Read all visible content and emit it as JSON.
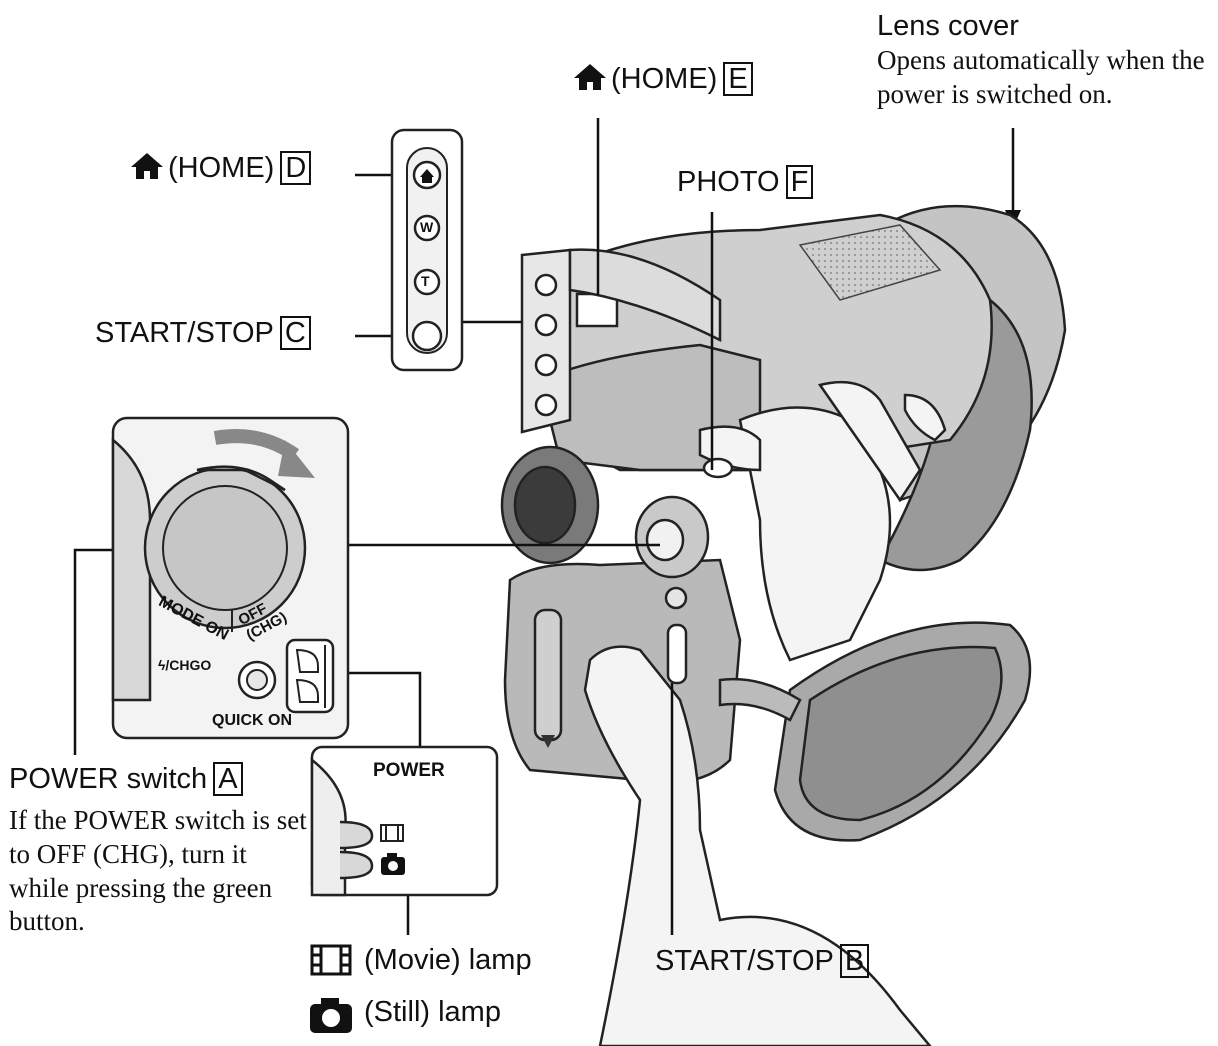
{
  "labels": {
    "lens_cover_title": "Lens cover",
    "lens_cover_desc": "Opens automatically when the power is switched on.",
    "home_e": "(HOME)",
    "home_e_key": "E",
    "home_d": "(HOME)",
    "home_d_key": "D",
    "photo": "PHOTO",
    "photo_key": "F",
    "start_stop_c": "START/STOP",
    "start_stop_c_key": "C",
    "power_switch": "POWER switch",
    "power_switch_key": "A",
    "power_switch_note": "If the POWER switch is set to OFF (CHG), turn it while pressing the green button.",
    "start_stop_b": "START/STOP",
    "start_stop_b_key": "B",
    "movie_lamp": "(Movie) lamp",
    "still_lamp": "(Still) lamp"
  },
  "panel_buttons": [
    "W",
    "T"
  ],
  "dial_text": {
    "mode_on": "MODE ON",
    "off_chg": "OFF (CHG)",
    "flash_chg": "ϟ/CHGO",
    "quick_on": "QUICK ON"
  },
  "lamp_panel": {
    "title": "POWER"
  },
  "icons": [
    "home-icon",
    "movie-icon",
    "still-camera-icon",
    "arrow-down-icon"
  ]
}
